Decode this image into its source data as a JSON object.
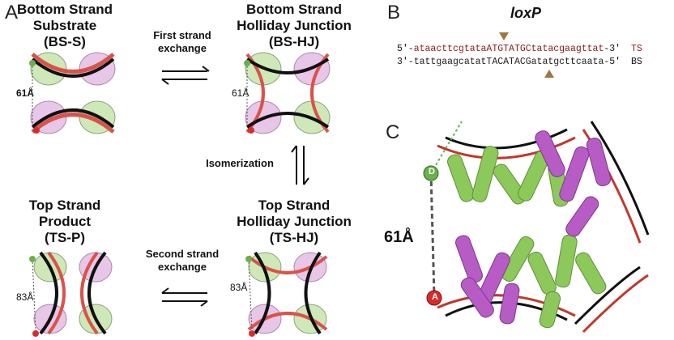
{
  "panels": {
    "a": {
      "letter": "A",
      "states": {
        "bss": {
          "title": "Bottom Strand\nSubstrate\n(BS-S)",
          "distance": "61Å"
        },
        "bshj": {
          "title": "Bottom Strand\nHolliday Junction\n(BS-HJ)",
          "distance": "61Å"
        },
        "tsp": {
          "title": "Top Strand\nProduct\n(TS-P)",
          "distance": "83Å"
        },
        "tshj": {
          "title": "Top Strand\nHolliday Junction\n(TS-HJ)",
          "distance": "83Å"
        }
      },
      "transitions": {
        "first": "First strand\nexchange",
        "isomerization": "Isomerization",
        "second": "Second strand\nexchange"
      }
    },
    "b": {
      "letter": "B",
      "title": "loxP",
      "top_strand": {
        "prefix": "5'-",
        "seq": "ataacttcgtataATGTATGCtatacgaagttat",
        "suffix": "-3'",
        "label": "TS"
      },
      "bottom_strand": {
        "prefix": "3'-",
        "seq": "tattgaagcatatTACATACGatatgcttcaata",
        "suffix": "-5'",
        "label": "BS"
      }
    },
    "c": {
      "letter": "C",
      "distance": "61Å",
      "donor_label": "D",
      "acceptor_label": "A"
    }
  },
  "colors": {
    "dna_black": "#111111",
    "dna_red": "#d9534a",
    "protein_green": "#8cc95a",
    "protein_magenta": "#b65cc4",
    "donor": "#6ab04c",
    "acceptor": "#d92b2b",
    "cleavage_marker": "#a0763a"
  }
}
